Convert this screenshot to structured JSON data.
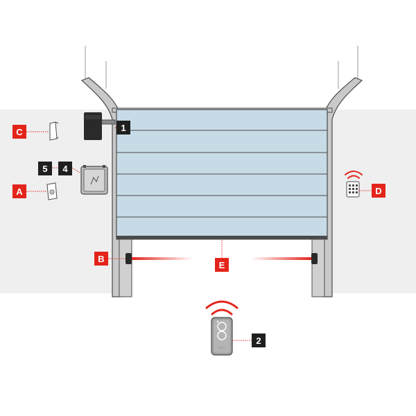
{
  "labels": {
    "motor": "1",
    "remote": "2",
    "num5": "5",
    "num4": "4",
    "a": "A",
    "b": "B",
    "c": "C",
    "d": "D",
    "e": "E"
  },
  "remote_logo": "nice",
  "colors": {
    "red": "#e3241b",
    "black": "#1f1f1f",
    "wall": "#efefef",
    "panel": "#c7dbe6",
    "frame": "#c9c9c9",
    "outline": "#4a4a4a"
  },
  "icons": {
    "motor": "gear-motor-icon",
    "control": "control-unit-icon",
    "key_switch": "key-selector-icon",
    "keypad": "wireless-keypad-icon",
    "flashing_light": "flashing-light-icon",
    "photocell": "photocell-icon",
    "remote": "remote-control-icon",
    "signal": "radio-signal-icon"
  }
}
